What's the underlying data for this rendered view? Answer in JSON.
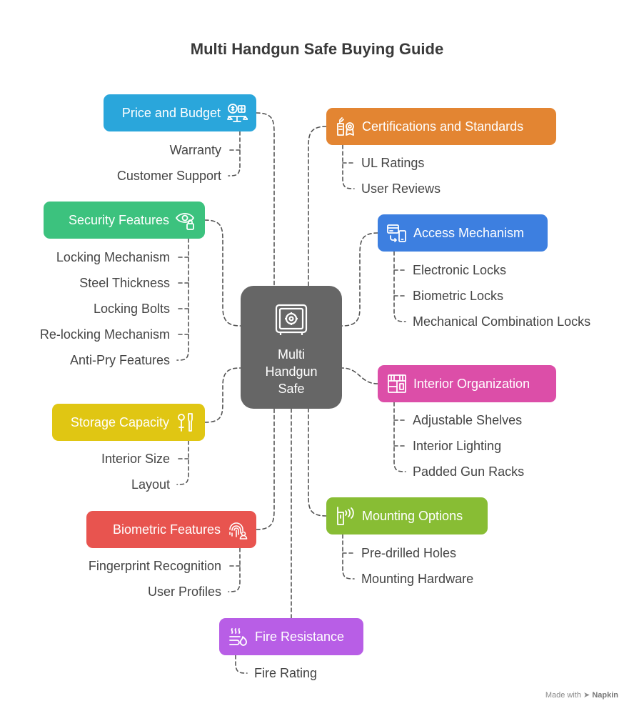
{
  "title": "Multi Handgun Safe Buying Guide",
  "center": {
    "label": "Multi Handgun Safe",
    "icon": "safe-icon",
    "color": "#666666"
  },
  "branches": [
    {
      "id": "price",
      "label": "Price and Budget",
      "icon": "money-scale-icon",
      "color": "#2aa6db",
      "side": "left",
      "items": [
        "Warranty",
        "Customer Support"
      ]
    },
    {
      "id": "security",
      "label": "Security Features",
      "icon": "eye-lock-icon",
      "color": "#3cc27e",
      "side": "left",
      "items": [
        "Locking Mechanism",
        "Steel Thickness",
        "Locking Bolts",
        "Re-locking Mechanism",
        "Anti-Pry Features"
      ]
    },
    {
      "id": "storage",
      "label": "Storage Capacity",
      "icon": "tools-icon",
      "color": "#e0c613",
      "side": "left",
      "items": [
        "Interior Size",
        "Layout"
      ]
    },
    {
      "id": "biometric",
      "label": "Biometric Features",
      "icon": "fingerprint-user-icon",
      "color": "#e8544f",
      "side": "left",
      "items": [
        "Fingerprint Recognition",
        "User Profiles"
      ]
    },
    {
      "id": "certifications",
      "label": "Certifications and Standards",
      "icon": "certificate-icon",
      "color": "#e38532",
      "side": "right",
      "items": [
        "UL Ratings",
        "User Reviews"
      ]
    },
    {
      "id": "access",
      "label": "Access Mechanism",
      "icon": "card-phone-icon",
      "color": "#3d7fe0",
      "side": "right",
      "items": [
        "Electronic Locks",
        "Biometric Locks",
        "Mechanical Combination Locks"
      ]
    },
    {
      "id": "interior",
      "label": "Interior Organization",
      "icon": "shelves-icon",
      "color": "#dc4ea8",
      "side": "right",
      "items": [
        "Adjustable Shelves",
        "Interior Lighting",
        "Padded Gun Racks"
      ]
    },
    {
      "id": "mounting",
      "label": "Mounting Options",
      "icon": "wall-mount-icon",
      "color": "#88bd34",
      "side": "right",
      "items": [
        "Pre-drilled Holes",
        "Mounting Hardware"
      ]
    },
    {
      "id": "fire",
      "label": "Fire Resistance",
      "icon": "heat-icon",
      "color": "#b85ee6",
      "side": "bottom",
      "items": [
        "Fire Rating"
      ]
    }
  ],
  "footer": {
    "made_with": "Made with",
    "brand": "Napkin"
  }
}
